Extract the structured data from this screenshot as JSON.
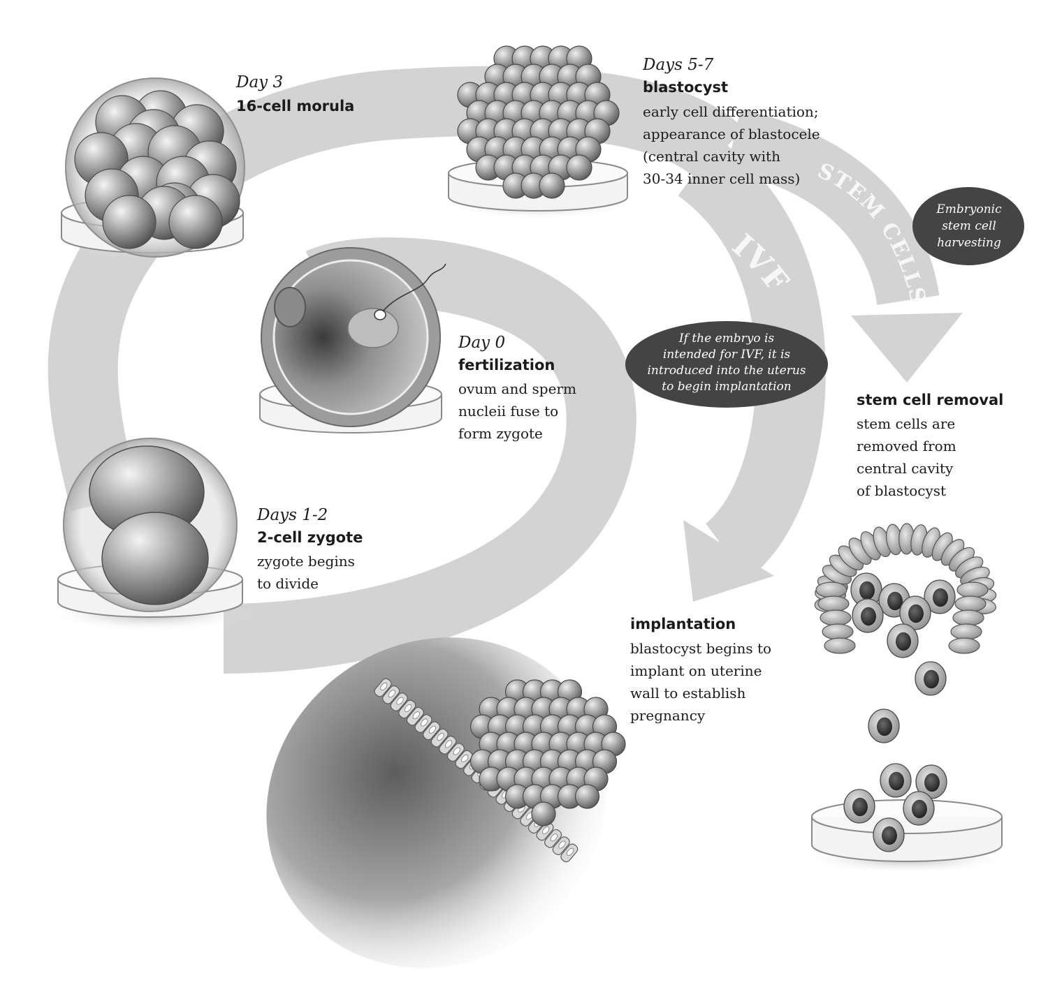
{
  "stages": {
    "fertilization": {
      "day": "Day 0",
      "title": "fertilization",
      "lines": [
        "ovum and sperm",
        "nucleii fuse to",
        "form zygote"
      ]
    },
    "zygote": {
      "day": "Days 1-2",
      "title": "2-cell zygote",
      "lines": [
        "zygote begins",
        "to divide"
      ]
    },
    "morula": {
      "day": "Day 3",
      "title": "16-cell morula"
    },
    "blastocyst": {
      "day": "Days 5-7",
      "title": "blastocyst",
      "lines": [
        "early cell differentiation;",
        "appearance of blastocele",
        "(central cavity with",
        "30-34 inner cell mass)"
      ]
    },
    "implantation": {
      "title": "implantation",
      "lines": [
        "blastocyst begins to",
        "implant on uterine",
        "wall to establish",
        "pregnancy"
      ]
    },
    "stem_cell_removal": {
      "title": "stem cell removal",
      "lines": [
        "stem cells are",
        "removed from",
        "central cavity",
        "of blastocyst"
      ]
    }
  },
  "arrow_labels": {
    "ivf": "IVF",
    "stem_cells": "STEM CELLS"
  },
  "callouts": {
    "ivf_note": [
      "If the embryo is",
      "intended for IVF, it is",
      "introduced into the uterus",
      "to begin implantation"
    ],
    "harvesting_note": [
      "Embryonic",
      "stem cell",
      "harvesting"
    ]
  },
  "colors": {
    "arrow": "#d3d3d3",
    "callout": "#444444",
    "cell": "#9c9c9c",
    "text": "#1b1b1b"
  }
}
